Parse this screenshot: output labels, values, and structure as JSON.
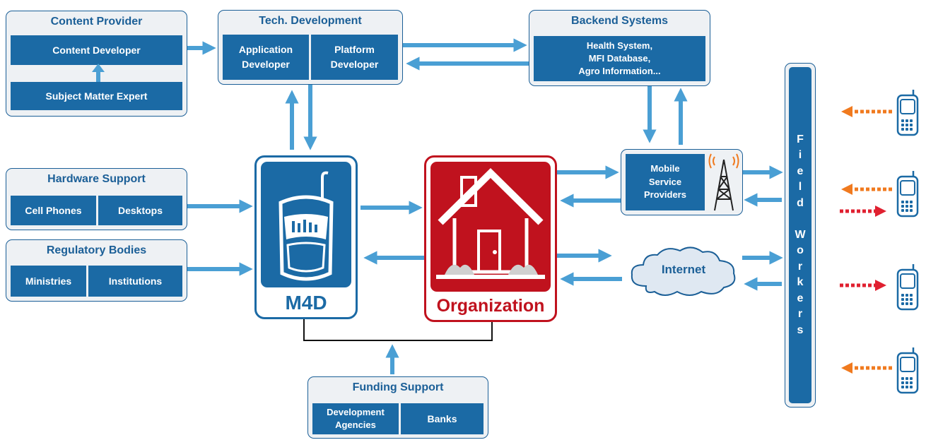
{
  "groups": {
    "content_provider": {
      "title": "Content Provider",
      "top_item": "Content Developer",
      "bottom_item": "Subject Matter Expert"
    },
    "tech_development": {
      "title": "Tech. Development",
      "left_item": "Application\nDeveloper",
      "right_item": "Platform\nDeveloper"
    },
    "backend_systems": {
      "title": "Backend Systems",
      "item": "Health System,\nMFI Database,\nAgro Information..."
    },
    "hardware_support": {
      "title": "Hardware Support",
      "left_item": "Cell Phones",
      "right_item": "Desktops"
    },
    "regulatory_bodies": {
      "title": "Regulatory Bodies",
      "left_item": "Ministries",
      "right_item": "Institutions"
    },
    "funding_support": {
      "title": "Funding Support",
      "left_item": "Development\nAgencies",
      "right_item": "Banks"
    }
  },
  "m4d": {
    "label": "M4D",
    "icon": "mobile-phone-icon",
    "color": "#1b6aa5"
  },
  "organization": {
    "label": "Organization",
    "icon": "house-icon",
    "color": "#c0121e"
  },
  "mobile_service": {
    "label": "Mobile\nService\nProviders",
    "icon": "cell-tower-icon"
  },
  "internet": {
    "label": "Internet",
    "icon": "cloud-icon"
  },
  "field_workers": {
    "label_letters": [
      "F",
      "i",
      "e",
      "l",
      "d",
      "",
      "W",
      "o",
      "r",
      "k",
      "e",
      "r",
      "s"
    ]
  },
  "field_phones": {
    "count": 4,
    "icon": "cell-phone-icon"
  },
  "colors": {
    "primary_blue": "#1b6aa5",
    "arrow_blue": "#4a9fd4",
    "light_bg": "#eef1f4",
    "red": "#c0121e",
    "orange_arrow": "#f07a1f",
    "red_arrow": "#e02030"
  }
}
